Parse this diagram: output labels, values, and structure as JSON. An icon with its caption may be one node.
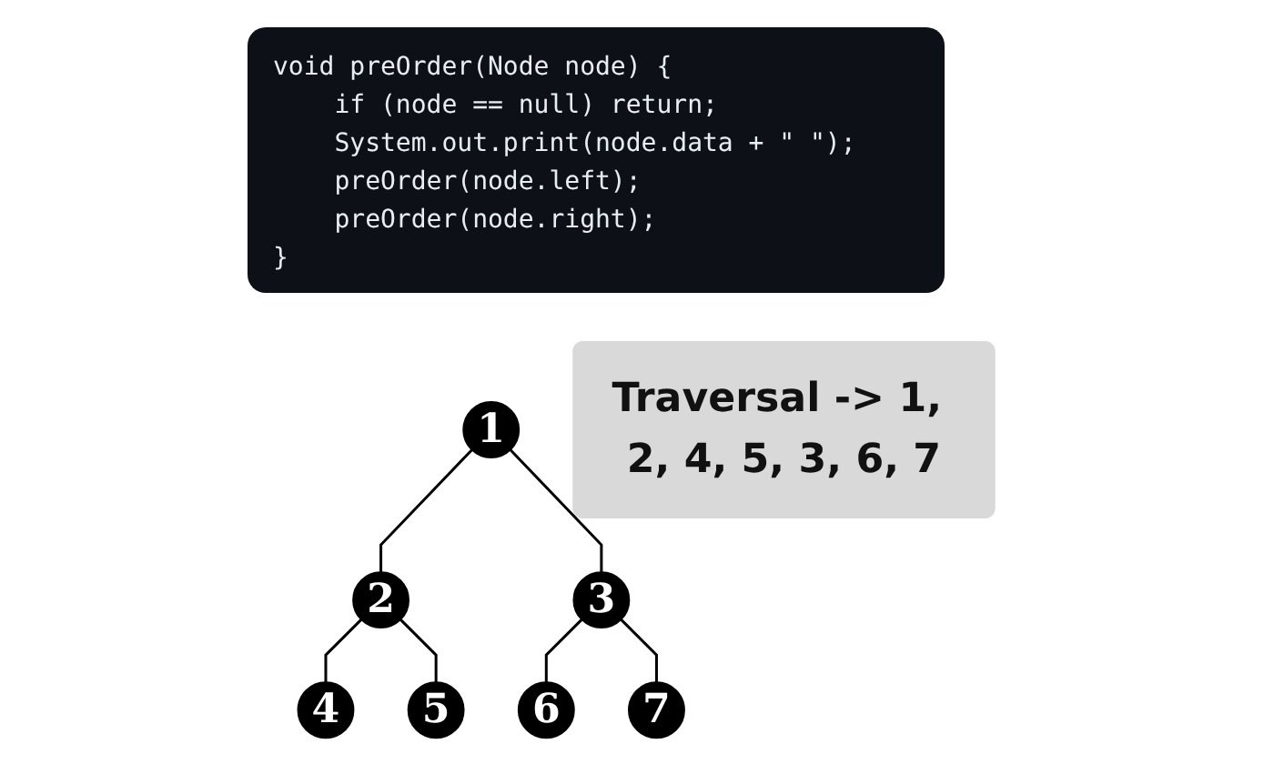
{
  "diagram": {
    "nodes": [
      {
        "text": [
          "1"
        ]
      },
      {
        "text": [
          "2"
        ]
      },
      {
        "text": [
          "3"
        ]
      },
      {
        "text": [
          "4"
        ]
      },
      {
        "text": [
          "5"
        ]
      },
      {
        "text": [
          "6"
        ]
      },
      {
        "text": [
          "7"
        ]
      },
      {
        "text": [
          "Traversal -> 1, 2, 4, 5, 3, 6, 7"
        ]
      }
    ],
    "edges": [
      {
        "from": 0,
        "to": 1,
        "arrow": "none"
      },
      {
        "from": 0,
        "to": 2,
        "arrow": "none"
      },
      {
        "from": 1,
        "to": 3,
        "arrow": "none"
      },
      {
        "from": 1,
        "to": 4,
        "arrow": "none"
      },
      {
        "from": 2,
        "to": 5,
        "arrow": "none"
      },
      {
        "from": 2,
        "to": 6,
        "arrow": "none"
      }
    ],
    "labels": [
      "void preOrder(Node node) {",
      "    if (node == null) return;",
      "    System.out.print(node.data + \" \");",
      "    preOrder(node.left);",
      "    preOrder(node.right);",
      "}"
    ]
  }
}
